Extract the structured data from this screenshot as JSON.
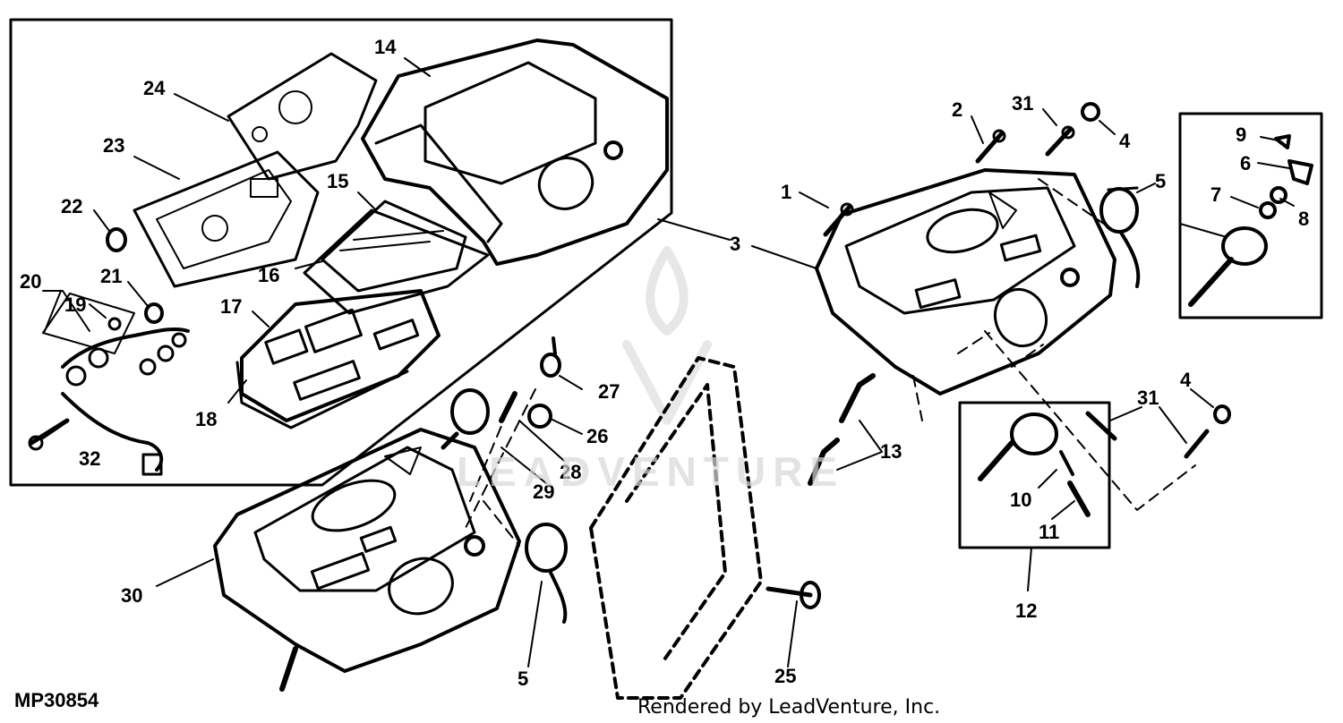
{
  "figure_id": "MP30854",
  "credit": "Rendered by LeadVenture, Inc.",
  "watermark": "LEADVENTURE",
  "callouts": {
    "c1": "1",
    "c2": "2",
    "c3": "3",
    "c4a": "4",
    "c4b": "4",
    "c5a": "5",
    "c5b": "5",
    "c6": "6",
    "c7": "7",
    "c8": "8",
    "c9": "9",
    "c10": "10",
    "c11": "11",
    "c12": "12",
    "c13": "13",
    "c14": "14",
    "c15": "15",
    "c16": "16",
    "c17": "17",
    "c18": "18",
    "c19": "19",
    "c20": "20",
    "c21": "21",
    "c22": "22",
    "c23": "23",
    "c24": "24",
    "c25": "25",
    "c26": "26",
    "c27": "27",
    "c28": "28",
    "c29": "29",
    "c30": "30",
    "c31a": "31",
    "c31b": "31",
    "c32": "32"
  }
}
